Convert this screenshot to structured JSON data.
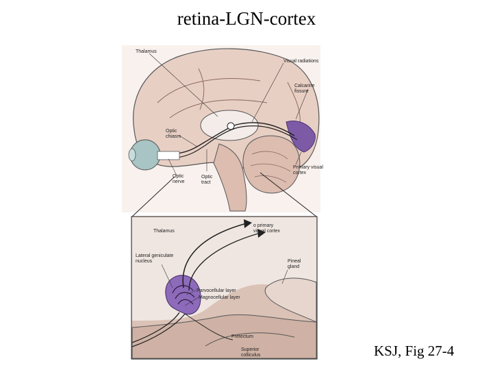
{
  "title": "retina-LGN-cortex",
  "credit": "KSJ, Fig 27-4",
  "colors": {
    "brain": "#e8cfc4",
    "brain_dark": "#d8b6a8",
    "thalamus": "#f3ece8",
    "cortex": "#7c5aa6",
    "eye": "#a8c4c4",
    "inset_bg": "#dbc2b6",
    "lgn": "#8e6aba"
  },
  "top_labels": {
    "thalamus": "Thalamus",
    "visual_radiations": "Visual radiations",
    "calcarine_1": "Calcarine",
    "calcarine_2": "fissure",
    "optic_chiasm_1": "Optic",
    "optic_chiasm_2": "chiasm",
    "optic_nerve_1": "Optic",
    "optic_nerve_2": "nerve",
    "optic_tract_1": "Optic",
    "optic_tract_2": "tract",
    "primary_visual_1": "Primary visual",
    "primary_visual_2": "cortex"
  },
  "inset_labels": {
    "thalamus": "Thalamus",
    "to_primary_1": "o primary",
    "to_primary_2": "visual cortex",
    "lgn_1": "Lateral geniculate",
    "lgn_2": "nucleus",
    "pineal_1": "Pineal",
    "pineal_2": "gland",
    "parvocellular": "Parvocellular layer",
    "magnocellular": "Magnocellular layer",
    "pretectum": "Pretectum",
    "superior_1": "Superior",
    "superior_2": "colliculus"
  }
}
